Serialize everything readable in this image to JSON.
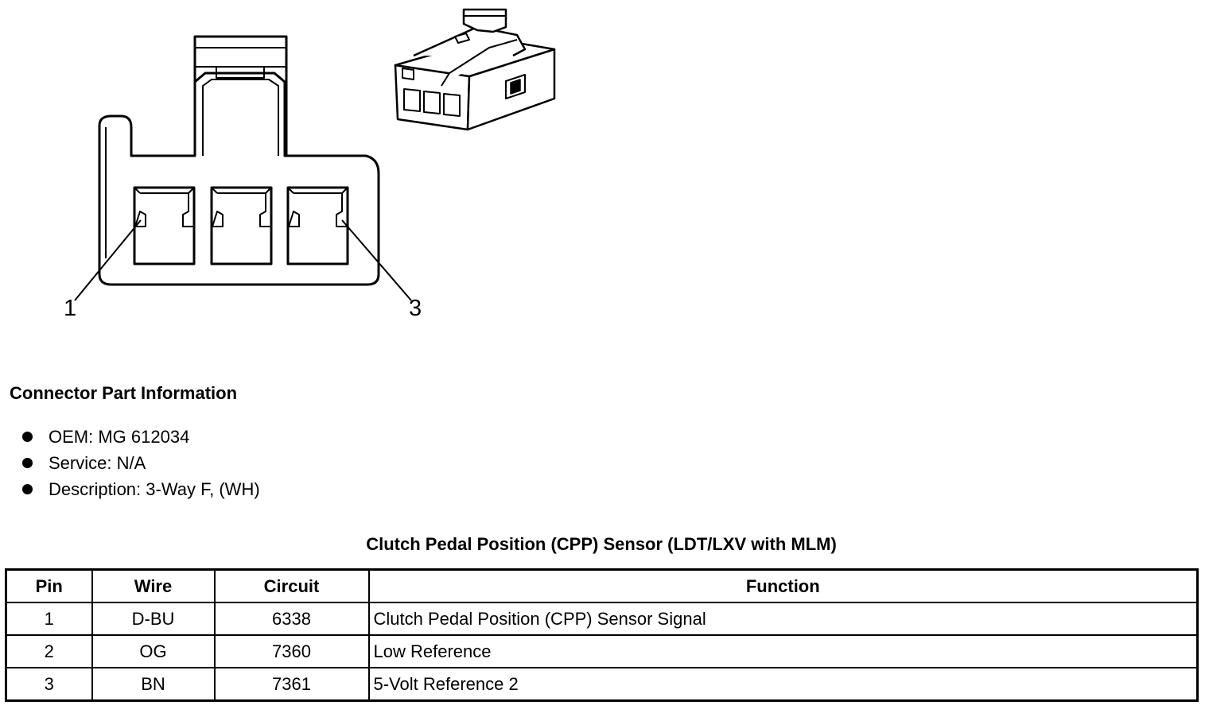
{
  "diagram": {
    "pin_labels": {
      "first": "1",
      "last": "3"
    }
  },
  "connector_info": {
    "title": "Connector Part Information",
    "items": [
      "OEM: MG 612034",
      "Service: N/A",
      "Description: 3-Way F, (WH)"
    ]
  },
  "table": {
    "title": "Clutch Pedal Position (CPP) Sensor (LDT/LXV with MLM)",
    "headers": [
      "Pin",
      "Wire",
      "Circuit",
      "Function"
    ],
    "rows": [
      [
        "1",
        "D-BU",
        "6338",
        "Clutch Pedal Position (CPP) Sensor Signal"
      ],
      [
        "2",
        "OG",
        "7360",
        "Low Reference"
      ],
      [
        "3",
        "BN",
        "7361",
        "5-Volt Reference 2"
      ]
    ]
  }
}
